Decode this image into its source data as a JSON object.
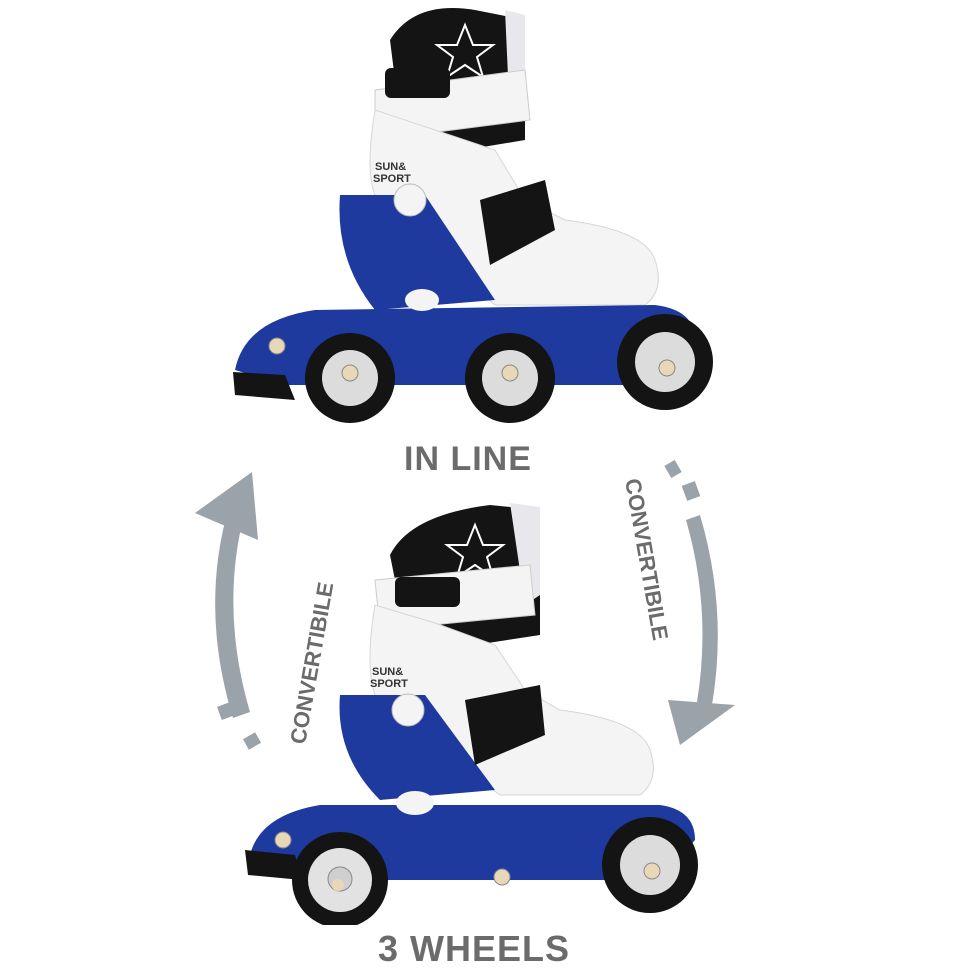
{
  "labels": {
    "inline": "IN LINE",
    "three_wheels": "3 WHEELS",
    "convertible_left": "CONVERTIBILE",
    "convertible_right": "CONVERTIBILE"
  },
  "brand": {
    "logo_line1": "SUN&",
    "logo_line2": "SPORT"
  },
  "colors": {
    "blue": "#1e3a9e",
    "white": "#f4f4f4",
    "black": "#141414",
    "arrow_gray": "#9aa2aa",
    "label_gray": "#6b6b6b"
  }
}
